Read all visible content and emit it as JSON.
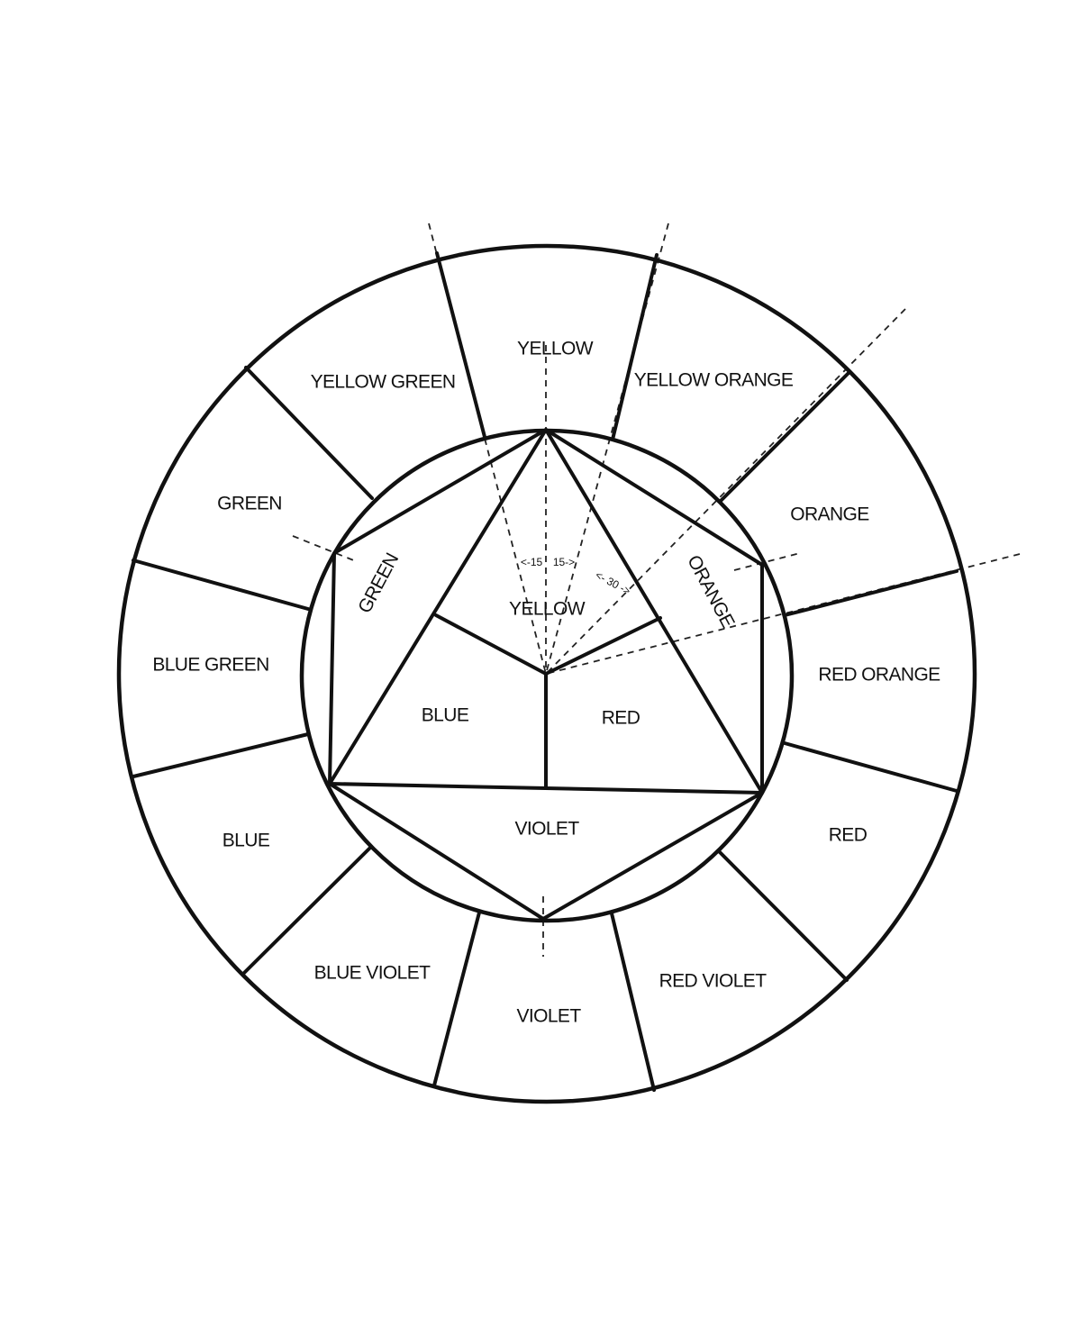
{
  "outer_ring": {
    "yellow": "YELLOW",
    "yellow_orange": "YELLOW ORANGE",
    "orange": "ORANGE",
    "red_orange": "RED ORANGE",
    "red": "RED",
    "red_violet": "RED VIOLET",
    "violet": "VIOLET",
    "blue_violet": "BLUE VIOLET",
    "blue": "BLUE",
    "blue_green": "BLUE GREEN",
    "green": "GREEN",
    "yellow_green": "YELLOW GREEN"
  },
  "inner": {
    "yellow": "YELLOW",
    "blue": "BLUE",
    "red": "RED",
    "green": "GREEN",
    "orange": "ORANGE",
    "violet": "VIOLET"
  },
  "angles": {
    "left15": "<-15",
    "right15": "15->",
    "thirty": "<- 30 ->"
  }
}
